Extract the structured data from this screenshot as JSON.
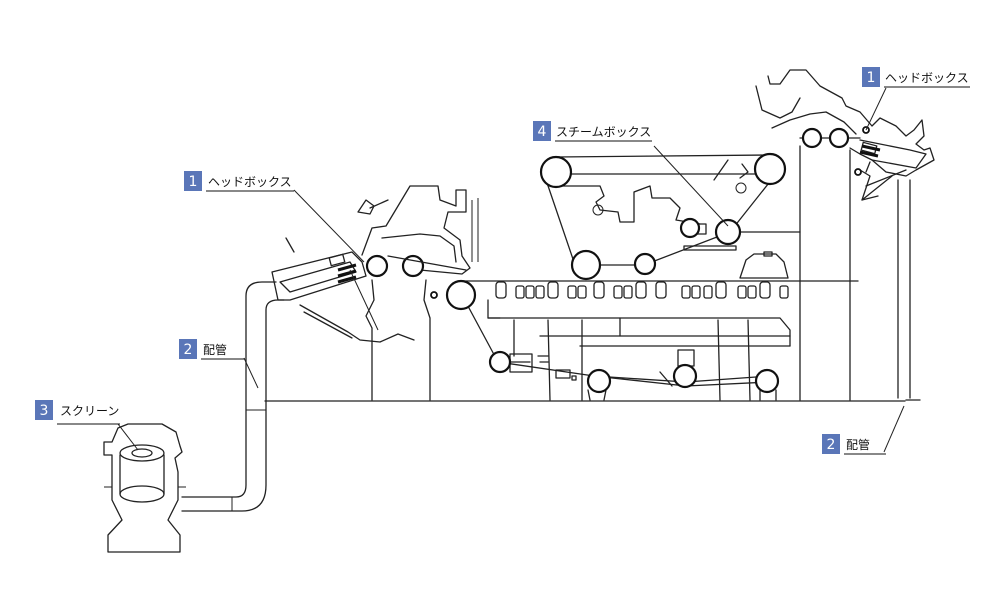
{
  "labels": {
    "headbox_right": {
      "number": "1",
      "text": "ヘッドボックス"
    },
    "steambox": {
      "number": "4",
      "text": "スチームボックス"
    },
    "headbox_left": {
      "number": "1",
      "text": "ヘッドボックス"
    },
    "piping_left": {
      "number": "2",
      "text": "配管"
    },
    "screen": {
      "number": "3",
      "text": "スクリーン"
    },
    "piping_right": {
      "number": "2",
      "text": "配管"
    }
  },
  "colors": {
    "badge": "#5a76b8",
    "line": "#222222",
    "background": "#ffffff"
  }
}
